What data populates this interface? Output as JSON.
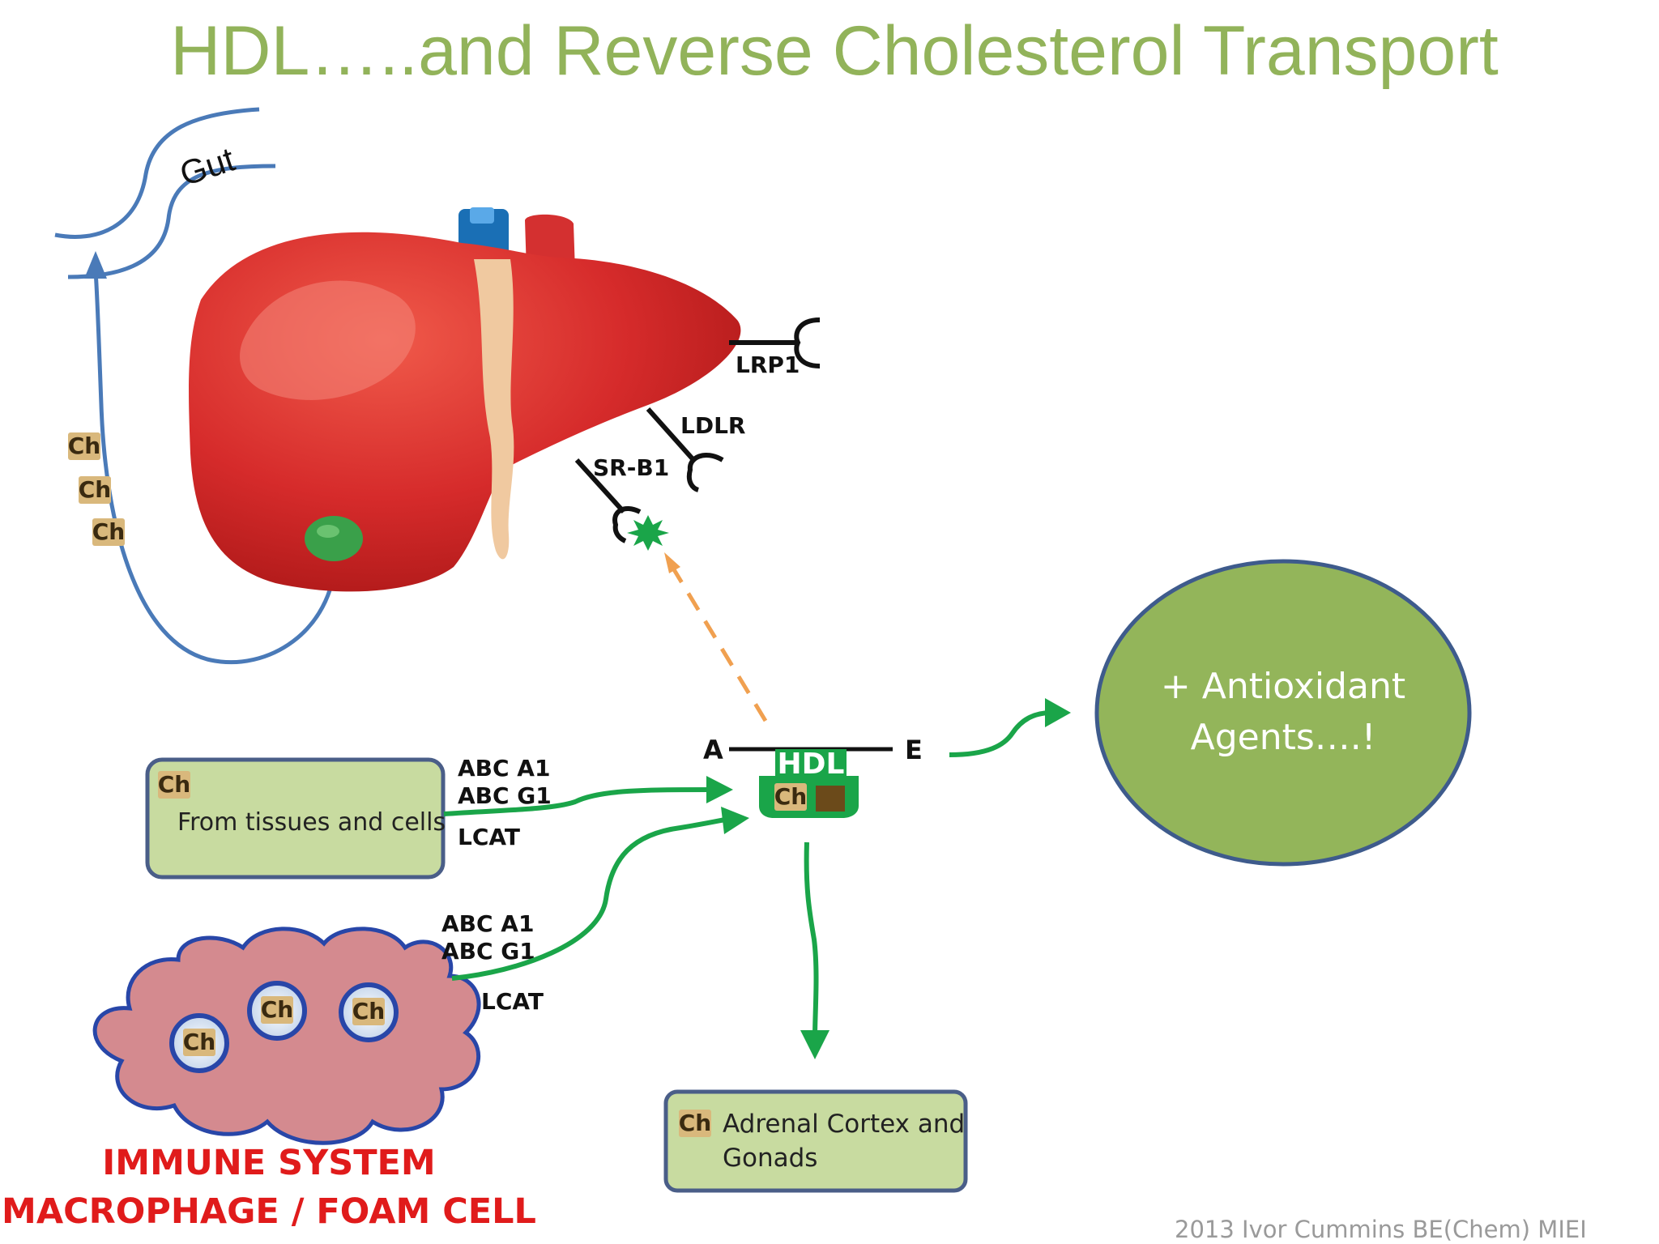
{
  "title": "HDL…..and Reverse Cholesterol Transport",
  "gut_label": "Gut",
  "ch_label": "Ch",
  "receptors": {
    "lrp1": "LRP1",
    "ldlr": "LDLR",
    "srb1": "SR-B1"
  },
  "hdl": {
    "label": "HDL",
    "left_end": "A",
    "right_end": "E"
  },
  "tissues_box": {
    "text": "From tissues and cells",
    "transporters": [
      "ABC A1",
      "ABC G1"
    ],
    "enzyme": "LCAT"
  },
  "macrophage": {
    "transporters": [
      "ABC A1",
      "ABC G1"
    ],
    "enzyme": "LCAT",
    "caption_line1": "IMMUNE SYSTEM",
    "caption_line2": "MACROPHAGE / FOAM CELL"
  },
  "adrenal_box": {
    "line1": "Adrenal Cortex and",
    "line2": "Gonads"
  },
  "antioxidant": {
    "line1": "+ Antioxidant",
    "line2": "Agents….!"
  },
  "credit": "2013 Ivor Cummins BE(Chem) MIEI",
  "colors": {
    "title_green": "#92b35a",
    "arrow_green": "#1aa549",
    "gut_blue": "#4a7ab8",
    "liver_red": "#d42a2a",
    "box_fill": "#c8dba0",
    "box_border": "#4a5e88",
    "circle_fill": "#93b55a",
    "caption_red": "#e01b1b",
    "ch_tag": "#d9b87c"
  }
}
